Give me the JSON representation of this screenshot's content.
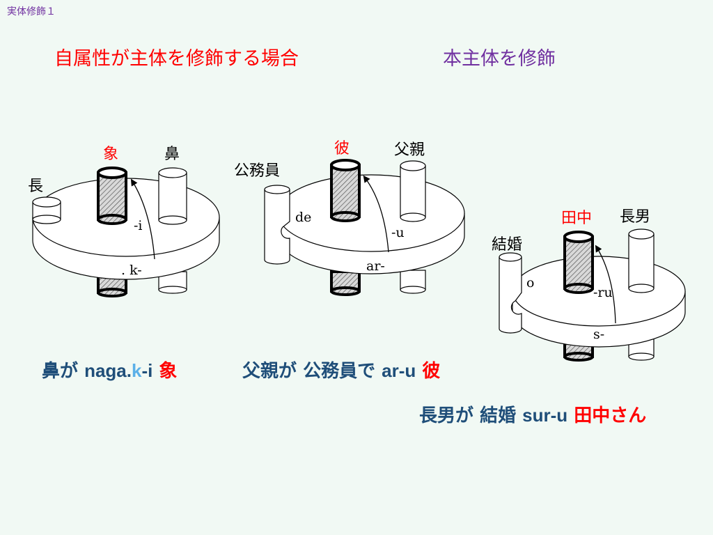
{
  "slide": {
    "corner_title": "実体修飾１",
    "heading_left": "自属性が主体を修飾する場合",
    "heading_right": "本主体を修飾"
  },
  "colors": {
    "accent_red": "#ff0000",
    "purple": "#7030a0",
    "caption_blue": "#1f4e79",
    "highlight_k": "#5bb0e8",
    "background": "#f1f9f4"
  },
  "diagrams": [
    {
      "head_label": "象",
      "attribute_label": "鼻",
      "side_label": "長",
      "arrow_label": "-i",
      "rim_label": ". k-"
    },
    {
      "head_label": "彼",
      "attribute_label": "父親",
      "side_label": "公務員",
      "particle_label": "de",
      "arrow_label": "-u",
      "rim_label": "ar-"
    },
    {
      "head_label": "田中",
      "attribute_label": "長男",
      "side_label": "結婚",
      "particle_label": "o",
      "arrow_label": "-ru",
      "rim_label": "s-"
    }
  ],
  "captions": [
    {
      "subject": "鼻が",
      "predicate_start": "naga.",
      "predicate_highlight": "k",
      "predicate_end": "-i",
      "head": "象"
    },
    {
      "subject": "父親が",
      "complement": "公務員で",
      "predicate": "ar-u",
      "head": "彼"
    },
    {
      "subject": "長男が",
      "complement": "結婚",
      "predicate": "sur-u",
      "head": "田中さん"
    }
  ]
}
